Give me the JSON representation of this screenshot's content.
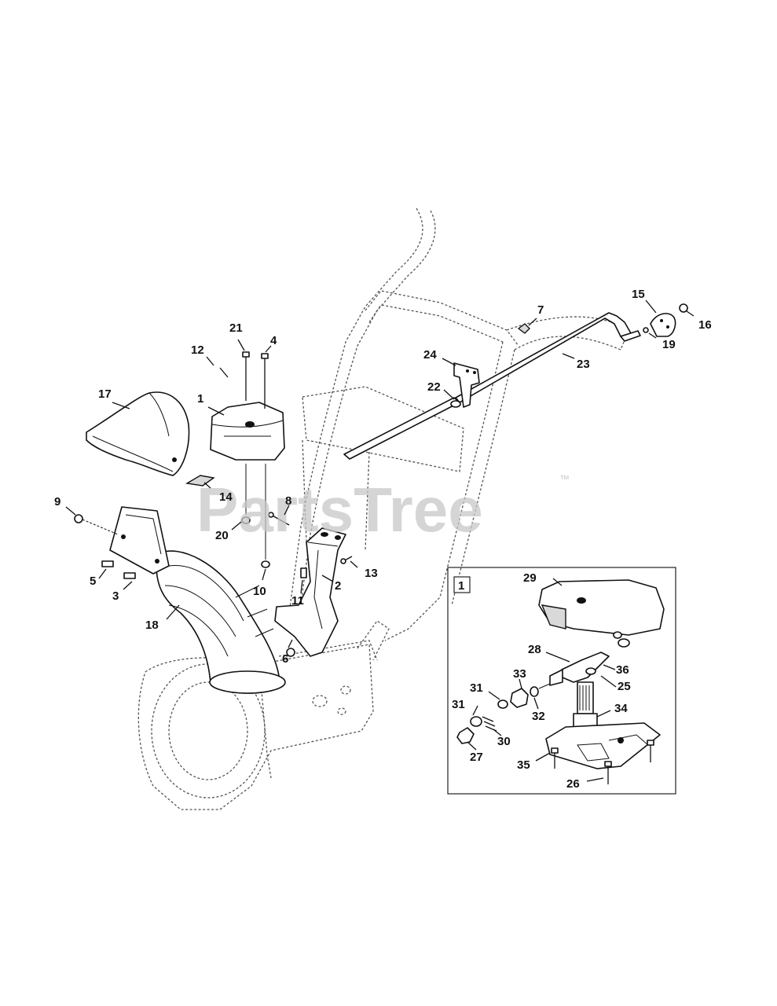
{
  "diagram": {
    "watermark": "PartsTree",
    "watermark_tm": "™",
    "inset_tag": "1",
    "callouts": {
      "c1": "1",
      "c2": "2",
      "c3": "3",
      "c4": "4",
      "c5": "5",
      "c6": "6",
      "c7": "7",
      "c8": "8",
      "c9": "9",
      "c10": "10",
      "c11": "11",
      "c12": "12",
      "c13": "13",
      "c14": "14",
      "c15": "15",
      "c16": "16",
      "c17": "17",
      "c18": "18",
      "c19": "19",
      "c20": "20",
      "c21": "21",
      "c22": "22",
      "c23": "23",
      "c24": "24",
      "c25": "25",
      "c26": "26",
      "c27": "27",
      "c28": "28",
      "c29": "29",
      "c30": "30",
      "c31a": "31",
      "c31b": "31",
      "c32": "32",
      "c33": "33",
      "c34": "34",
      "c35": "35",
      "c36": "36"
    }
  }
}
